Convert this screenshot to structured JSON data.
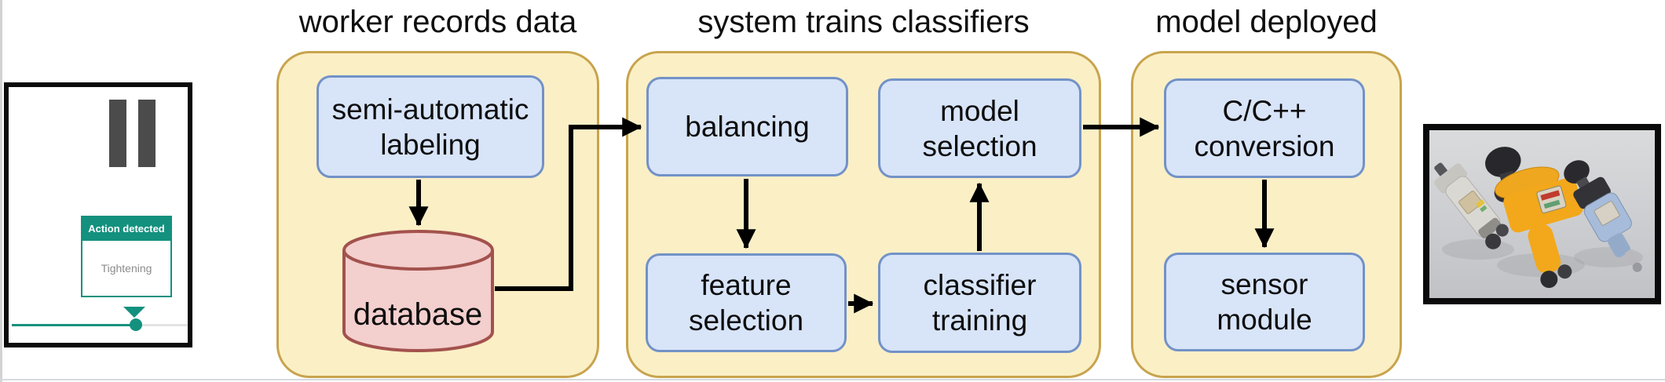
{
  "video_panel": {
    "pause_icon": "pause-icon",
    "popup_title": "Action detected",
    "action_label": "Tightening"
  },
  "stages": [
    {
      "title": "worker records data"
    },
    {
      "title": "system trains classifiers"
    },
    {
      "title": "model deployed"
    }
  ],
  "nodes": {
    "semi_automatic_labeling": "semi-automatic\nlabeling",
    "database": "database",
    "balancing": "balancing",
    "feature_selection": "feature\nselection",
    "classifier_training": "classifier\ntraining",
    "model_selection": "model\nselection",
    "cpp_conversion": "C/C++\nconversion",
    "sensor_module": "sensor\nmodule"
  },
  "arrows": [
    "labeling-to-database",
    "database-to-balancing",
    "balancing-to-feature-selection",
    "feature-selection-to-classifier-training",
    "classifier-training-to-model-selection",
    "model-selection-to-cpp-conversion",
    "cpp-conversion-to-sensor-module"
  ],
  "photo": {
    "icon": "power-tools-photo"
  },
  "colors": {
    "stage_fill": "#fbefc6",
    "stage_border": "#c8a44d",
    "node_fill": "#d8e4f8",
    "node_border": "#7292c7",
    "database_fill": "#f3cfce",
    "database_border": "#a3524d",
    "accent_teal": "#13917e",
    "arrow": "#000000"
  }
}
